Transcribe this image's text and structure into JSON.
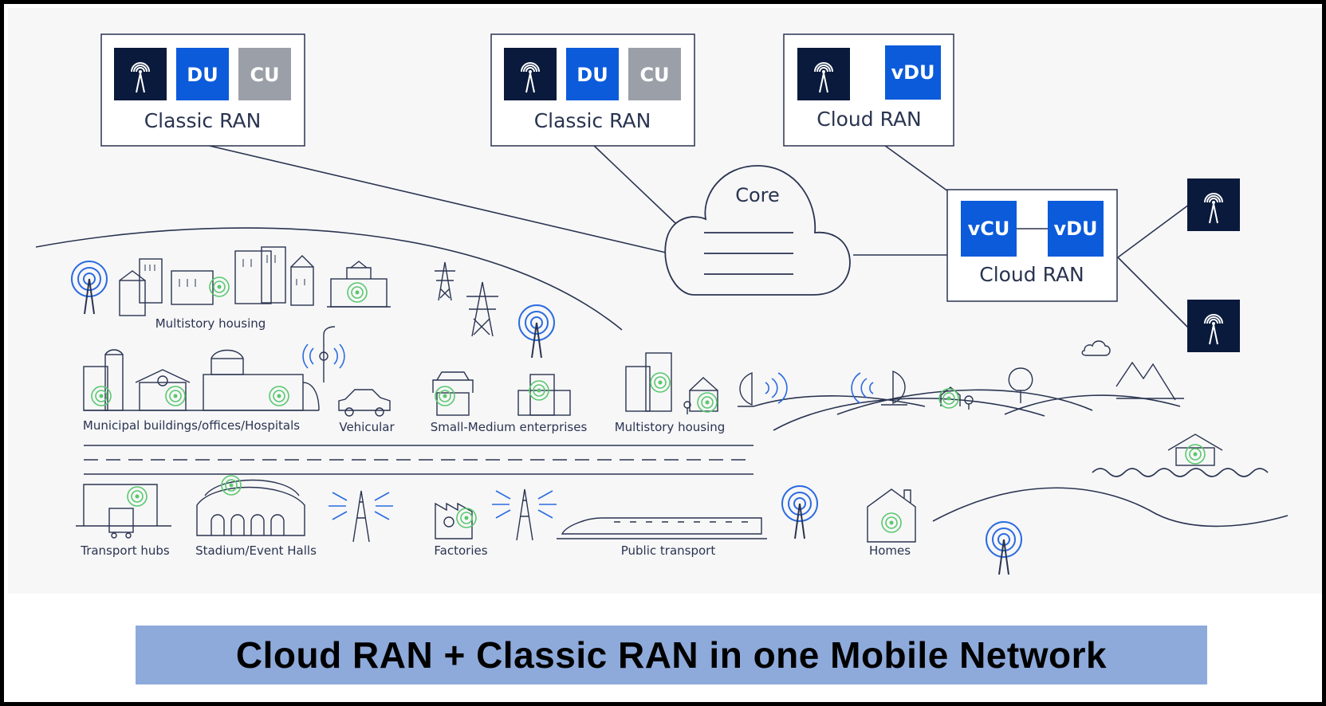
{
  "boxes": [
    {
      "title": "Classic RAN",
      "chips": [
        "DU",
        "CU"
      ]
    },
    {
      "title": "Classic RAN",
      "chips": [
        "DU",
        "CU"
      ]
    },
    {
      "title": "Cloud RAN",
      "chips": [
        "vDU"
      ]
    },
    {
      "title": "Cloud RAN",
      "chips": [
        "vCU",
        "vDU"
      ]
    }
  ],
  "core": {
    "label": "Core"
  },
  "labels": {
    "multistory_housing_top": "Multistory housing",
    "municipal": "Municipal buildings/offices/Hospitals",
    "vehicular": "Vehicular",
    "sme": "Small-Medium enterprises",
    "multistory_housing_mid": "Multistory housing",
    "transport_hubs": "Transport hubs",
    "stadium": "Stadium/Event Halls",
    "factories": "Factories",
    "public_transport": "Public transport",
    "homes": "Homes"
  },
  "banner": {
    "text": "Cloud RAN + Classic RAN in one Mobile Network"
  },
  "colors": {
    "navy": "#0a1a3c",
    "blue": "#0b5bdb",
    "grey": "#9ba0a8",
    "green": "#5ac86e",
    "signal_blue": "#2a6be0",
    "line": "#2a3450",
    "banner": "#8eaadb"
  }
}
